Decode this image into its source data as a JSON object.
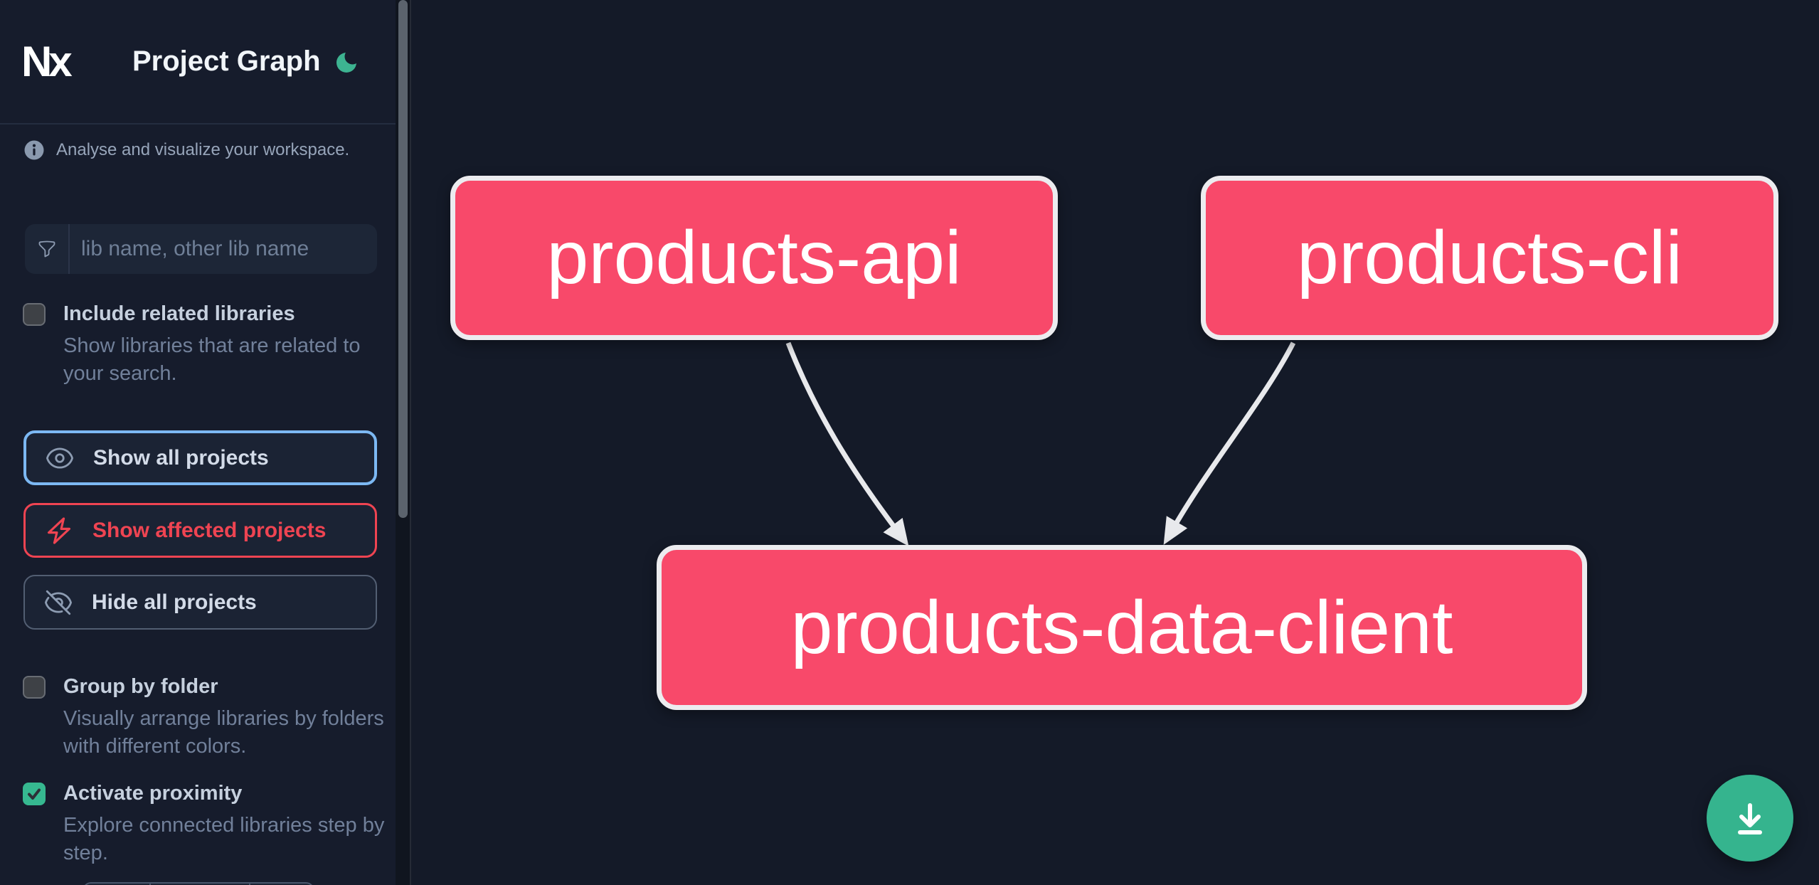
{
  "app": {
    "logo_text": "Nx",
    "title": "Project Graph"
  },
  "sidebar": {
    "tagline": "Analyse and visualize your workspace.",
    "search": {
      "placeholder": "lib name, other lib name",
      "icon": "filter-icon"
    },
    "options": [
      {
        "label": "Include related libraries",
        "description": "Show libraries that are related to your search.",
        "checked": false
      },
      {
        "label": "Group by folder",
        "description": "Visually arrange libraries by folders with different colors.",
        "checked": false
      },
      {
        "label": "Activate proximity",
        "description": "Explore connected libraries step by step.",
        "checked": true
      }
    ],
    "actions": [
      {
        "label": "Show all projects",
        "icon": "eye-icon",
        "state": "focused"
      },
      {
        "label": "Show affected projects",
        "icon": "bolt-icon",
        "state": "affected"
      },
      {
        "label": "Hide all projects",
        "icon": "eye-slash-icon",
        "state": "default"
      }
    ]
  },
  "graph": {
    "nodes": [
      {
        "id": "products-api"
      },
      {
        "id": "products-cli"
      },
      {
        "id": "products-data-client"
      }
    ],
    "edges": [
      {
        "source": "products-api",
        "target": "products-data-client"
      },
      {
        "source": "products-cli",
        "target": "products-data-client"
      }
    ]
  },
  "fab": {
    "icon": "download-icon"
  },
  "colors": {
    "node_pink": "#f8496a",
    "node_border": "#ececef",
    "edge": "#e8e9ec",
    "accent_green": "#3db391",
    "fab_green": "#35b48e",
    "affected_red": "#ef4452",
    "focus_blue": "#7cb8f3"
  }
}
